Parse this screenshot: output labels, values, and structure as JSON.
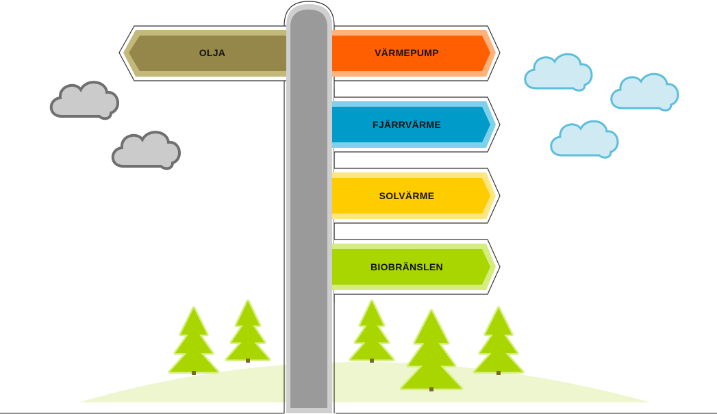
{
  "signs": {
    "left": [
      {
        "label": "OLJA",
        "color": "#95874a",
        "light": "#c2b97a"
      }
    ],
    "right": [
      {
        "label": "VÄRMEPUMP",
        "color": "#ff5f00",
        "light": "#ffb27a"
      },
      {
        "label": "FJÄRRVÄRME",
        "color": "#009bc8",
        "light": "#7fd0ea"
      },
      {
        "label": "SOLVÄRME",
        "color": "#ffcc00",
        "light": "#ffe680"
      },
      {
        "label": "BIOBRÄNSLEN",
        "color": "#aad600",
        "light": "#d4ec80"
      }
    ]
  },
  "clouds": {
    "grey": {
      "fill": "#cbcbcb",
      "stroke": "#707070",
      "count": 2
    },
    "blue": {
      "fill": "#cfeaf3",
      "stroke": "#5bbedb",
      "count": 3
    }
  },
  "trees": {
    "color": "#aad600",
    "outline": "#d8ef85",
    "trunk": "#7a6a2a",
    "count": 5
  },
  "hill": {
    "color": "#eef6cf"
  },
  "post": {
    "color": "#9a9a9a",
    "rim": "#cfcfcf"
  }
}
